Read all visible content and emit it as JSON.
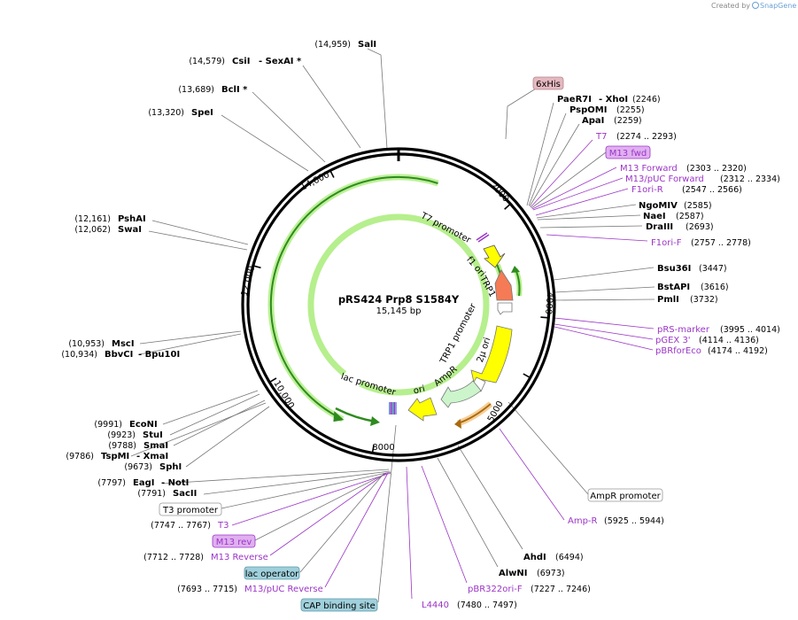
{
  "credit": {
    "prefix": "Created by",
    "brand": "SnapGene"
  },
  "plasmid": {
    "name": "pRS424 Prp8 S1584Y",
    "length_label": "15,145 bp",
    "length_bp": 15145
  },
  "ruler": [
    "2000",
    "4000",
    "5000",
    "8000",
    "10,000",
    "12,000",
    "14,000"
  ],
  "features": [
    {
      "id": "t7_promoter",
      "label": "T7 promoter"
    },
    {
      "id": "f1_ori",
      "label": "f1 ori"
    },
    {
      "id": "trp1",
      "label": "TRP1"
    },
    {
      "id": "trp1_promoter",
      "label": "TRP1 promoter"
    },
    {
      "id": "two_mu_ori",
      "label": "2μ ori"
    },
    {
      "id": "ampr",
      "label": "AmpR"
    },
    {
      "id": "ori",
      "label": "ori"
    },
    {
      "id": "lac_promoter",
      "label": "lac promoter"
    }
  ],
  "callouts_right": [
    {
      "name": "6xHis",
      "boxed": "pink"
    },
    {
      "name": "PaeR7I",
      "name2": "XhoI",
      "pos": "(2246)"
    },
    {
      "name": "PspOMI",
      "pos": "(2255)"
    },
    {
      "name": "ApaI",
      "pos": "(2259)"
    },
    {
      "name": "T7",
      "pos": "(2274 .. 2293)",
      "primer": true
    },
    {
      "name": "M13 fwd",
      "boxed": "purple"
    },
    {
      "name": "M13 Forward",
      "pos": "(2303 .. 2320)",
      "primer": true
    },
    {
      "name": "M13/pUC Forward",
      "pos": "(2312 .. 2334)",
      "primer": true
    },
    {
      "name": "F1ori-R",
      "pos": "(2547 .. 2566)",
      "primer": true
    },
    {
      "name": "NgoMIV",
      "pos": "(2585)"
    },
    {
      "name": "NaeI",
      "pos": "(2587)"
    },
    {
      "name": "DraIII",
      "pos": "(2693)"
    },
    {
      "name": "F1ori-F",
      "pos": "(2757 .. 2778)",
      "primer": true
    },
    {
      "name": "Bsu36I",
      "pos": "(3447)"
    },
    {
      "name": "BstAPI",
      "pos": "(3616)"
    },
    {
      "name": "PmlI",
      "pos": "(3732)"
    },
    {
      "name": "pRS-marker",
      "pos": "(3995 .. 4014)",
      "primer": true
    },
    {
      "name": "pGEX 3'",
      "pos": "(4114 .. 4136)",
      "primer": true
    },
    {
      "name": "pBRforEco",
      "pos": "(4174 .. 4192)",
      "primer": true
    },
    {
      "name": "AmpR promoter",
      "boxed": "white"
    },
    {
      "name": "Amp-R",
      "pos": "(5925 .. 5944)",
      "primer": true
    },
    {
      "name": "AhdI",
      "pos": "(6494)"
    },
    {
      "name": "AlwNI",
      "pos": "(6973)"
    },
    {
      "name": "pBR322ori-F",
      "pos": "(7227 .. 7246)",
      "primer": true
    },
    {
      "name": "L4440",
      "pos": "(7480 .. 7497)",
      "primer": true
    }
  ],
  "callouts_left": [
    {
      "name": "SalI",
      "pos": "(14,959)"
    },
    {
      "name": "CsiI",
      "name2": "SexAI *",
      "pos": "(14,579)"
    },
    {
      "name": "BclI *",
      "pos": "(13,689)"
    },
    {
      "name": "SpeI",
      "pos": "(13,320)"
    },
    {
      "name": "PshAI",
      "pos": "(12,161)"
    },
    {
      "name": "SwaI",
      "pos": "(12,062)"
    },
    {
      "name": "MscI",
      "pos": "(10,953)"
    },
    {
      "name": "BbvCI",
      "name2": "Bpu10I",
      "pos": "(10,934)"
    },
    {
      "name": "EcoNI",
      "pos": "(9991)"
    },
    {
      "name": "StuI",
      "pos": "(9923)"
    },
    {
      "name": "SmaI",
      "pos": "(9788)"
    },
    {
      "name": "TspMI",
      "name2": "XmaI",
      "pos": "(9786)"
    },
    {
      "name": "SphI",
      "pos": "(9673)"
    },
    {
      "name": "EagI",
      "name2": "NotI",
      "pos": "(7797)"
    },
    {
      "name": "SacII",
      "pos": "(7791)"
    },
    {
      "name": "T3 promoter",
      "boxed": "white"
    },
    {
      "name": "T3",
      "pos": "(7747 .. 7767)",
      "primer": true
    },
    {
      "name": "M13 rev",
      "boxed": "purple"
    },
    {
      "name": "M13 Reverse",
      "pos": "(7712 .. 7728)",
      "primer": true
    },
    {
      "name": "lac operator",
      "boxed": "teal"
    },
    {
      "name": "M13/pUC Reverse",
      "pos": "(7693 .. 7715)",
      "primer": true
    },
    {
      "name": "CAP binding site",
      "boxed": "teal"
    }
  ],
  "colors": {
    "primer": "#9b35c6",
    "green": "#2e8b1e",
    "green_glow": "#b6ef8d",
    "yellow": "#ffff00",
    "orange": "#f47b55",
    "ampr": "#ccf5cc",
    "ring": "#000000",
    "tan": "#e89a2a"
  }
}
